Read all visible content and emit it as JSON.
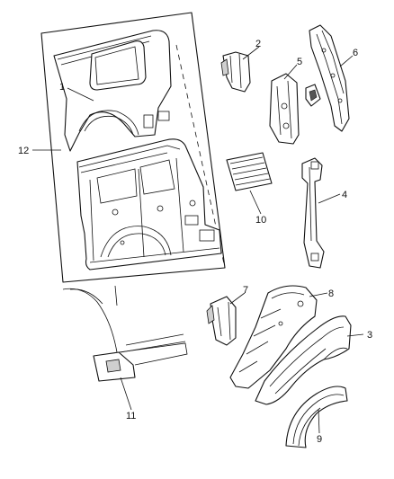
{
  "diagram": {
    "callouts": [
      {
        "id": "c1",
        "label": "1"
      },
      {
        "id": "c2",
        "label": "2"
      },
      {
        "id": "c3",
        "label": "3"
      },
      {
        "id": "c4",
        "label": "4"
      },
      {
        "id": "c5",
        "label": "5"
      },
      {
        "id": "c6",
        "label": "6"
      },
      {
        "id": "c7",
        "label": "7"
      },
      {
        "id": "c8",
        "label": "8"
      },
      {
        "id": "c9",
        "label": "9"
      },
      {
        "id": "c10",
        "label": "10"
      },
      {
        "id": "c11",
        "label": "11"
      },
      {
        "id": "c12",
        "label": "12"
      }
    ],
    "colors": {
      "line": "#111111",
      "background": "#ffffff",
      "shade": "#cfcfcf"
    }
  }
}
